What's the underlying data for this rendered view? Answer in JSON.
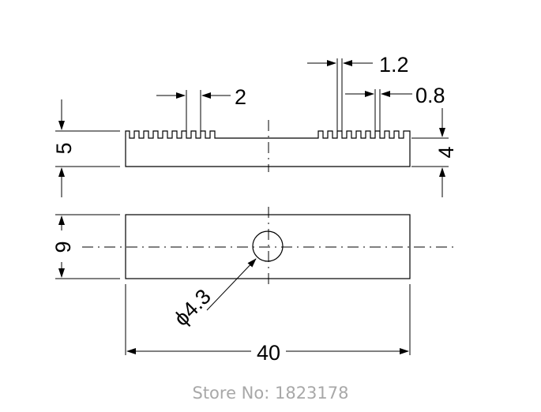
{
  "dimensions": {
    "tooth_pitch": "2",
    "tooth_width": "1.2",
    "tooth_depth": "0.8",
    "body_height": "4",
    "total_height": "5",
    "width": "9",
    "hole_diameter": "ϕ4.3",
    "length": "40"
  },
  "footer": {
    "store_label": "Store No: 1823178"
  },
  "colors": {
    "lines": "#000000",
    "footer_text": "#a8a8a8",
    "background": "#ffffff"
  }
}
